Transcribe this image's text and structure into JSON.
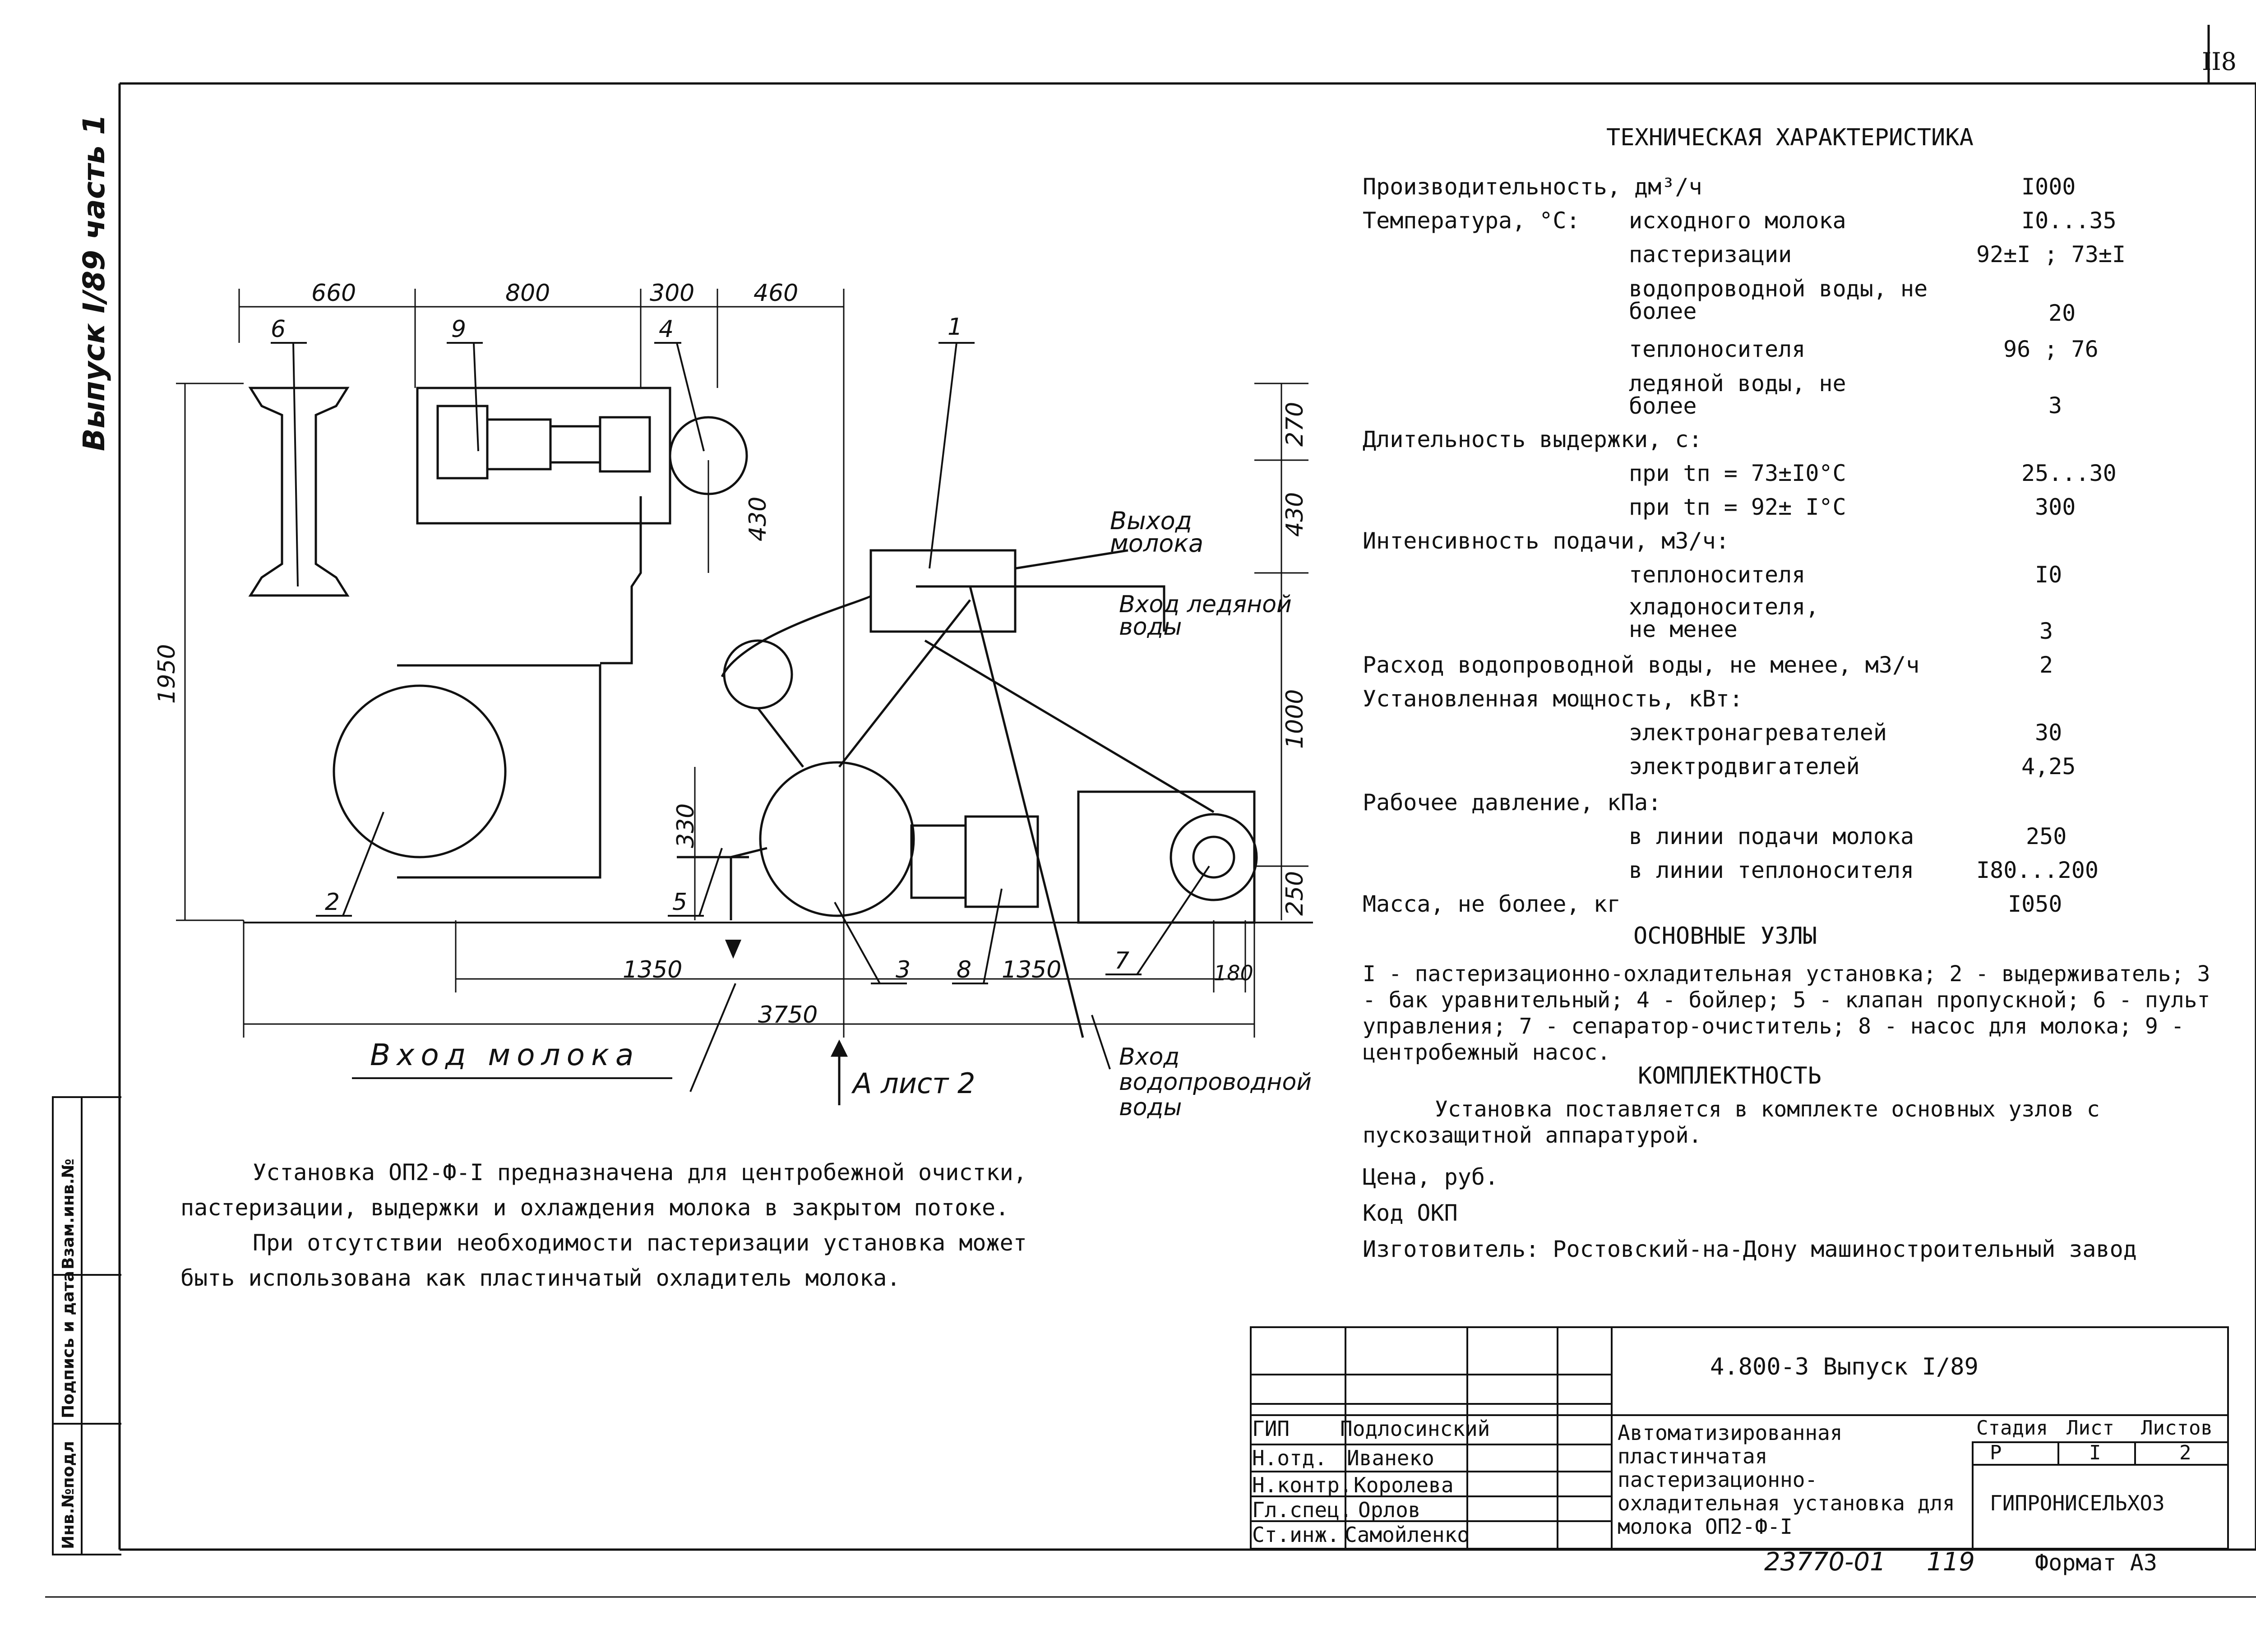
{
  "page_number": "II8",
  "side_title": "Выпуск I/89 часть 1",
  "side_stamp": [
    "Инв.№подл",
    "Подпись и дата",
    "Взам.инв.№"
  ],
  "drawing": {
    "dimensions": {
      "top": [
        "660",
        "800",
        "300",
        "460"
      ],
      "left_vertical": "1950",
      "right_vertical": [
        "270",
        "430",
        "1000",
        "250"
      ],
      "inner": [
        "430",
        "330"
      ],
      "bottom": [
        "1350",
        "1350",
        "180",
        "3750"
      ]
    },
    "callouts": [
      "1",
      "2",
      "3",
      "4",
      "5",
      "6",
      "7",
      "8",
      "9"
    ],
    "labels": {
      "milk_out": "Выход молока",
      "ice_water_in": "Вход ледяной воды",
      "milk_in": "Вход молока",
      "tap_water_in": "Вход водопроводной воды",
      "view_a": "А лист 2"
    }
  },
  "tech": {
    "title": "ТЕХНИЧЕСКАЯ ХАРАКТЕРИСТИКА",
    "rows": [
      {
        "label": "Производительность, дм³/ч",
        "sub": "",
        "value": "I000"
      },
      {
        "label": "Температура, °C:",
        "sub": "исходного молока",
        "value": "I0...35"
      },
      {
        "label": "",
        "sub": "пастеризации",
        "value": "92±I ; 73±I"
      },
      {
        "label": "",
        "sub": "водопроводной воды, не более",
        "value": "20"
      },
      {
        "label": "",
        "sub": "теплоносителя",
        "value": "96 ; 76"
      },
      {
        "label": "",
        "sub": "ледяной воды, не более",
        "value": "3"
      },
      {
        "label": "Длительность выдержки, с:",
        "sub": "",
        "value": ""
      },
      {
        "label": "",
        "sub": "при  tп = 73±I0°C",
        "value": "25...30"
      },
      {
        "label": "",
        "sub": "при  tп = 92± I°C",
        "value": "300"
      },
      {
        "label": "Интенсивность подачи, м3/ч:",
        "sub": "",
        "value": ""
      },
      {
        "label": "",
        "sub": "теплоносителя",
        "value": "I0"
      },
      {
        "label": "",
        "sub": "хладоносителя, не менее",
        "value": "3"
      },
      {
        "label": "Расход водопроводной воды, не менее, м3/ч",
        "sub": "",
        "value": "2"
      },
      {
        "label": "Установленная мощность, кВт:",
        "sub": "",
        "value": ""
      },
      {
        "label": "",
        "sub": "электронагревателей",
        "value": "30"
      },
      {
        "label": "",
        "sub": "электродвигателей",
        "value": "4,25"
      },
      {
        "label": "Рабочее давление, кПа:",
        "sub": "",
        "value": ""
      },
      {
        "label": "",
        "sub": "в линии подачи молока",
        "value": "250"
      },
      {
        "label": "",
        "sub": "в линии теплоносителя",
        "value": "I80...200"
      },
      {
        "label": "Масса, не более, кг",
        "sub": "",
        "value": "I050"
      }
    ],
    "nodes_title": "ОСНОВНЫЕ УЗЛЫ",
    "nodes_text": "I - пастеризационно-охладительная установка; 2 - выдерживатель; 3 - бак уравнительный; 4 - бойлер; 5 - клапан пропускной; 6 - пульт управления; 7 - сепаратор-очиститель; 8 - насос для молока; 9 - центробежный насос.",
    "kompl_title": "КОМПЛЕКТНОСТЬ",
    "kompl_text": "Установка поставляется в комплекте основных узлов с пускозащитной аппаратурой.",
    "price": "Цена, руб.",
    "okp": "Код ОКП",
    "maker": "Изготовитель: Ростовский-на-Дону машиностроительный завод"
  },
  "description": [
    "Установка ОП2-Ф-I предназначена для центробежной очистки, пастеризации, выдержки и охлаждения молока в закрытом потоке.",
    "При отсутствии необходимости пастеризации установка может быть использована как пластинчатый охладитель молока."
  ],
  "title_block": {
    "doc_code": "4.800-3  Выпуск I/89",
    "name": "Автоматизированная пластинчатая пастеризационно-охладительная установка для молока  ОП2-Ф-I",
    "roles": [
      {
        "role": "ГИП",
        "person": "Подлосинский"
      },
      {
        "role": "Н.отд.",
        "person": "Иванеко"
      },
      {
        "role": "Н.контр.",
        "person": "Королева"
      },
      {
        "role": "Гл.спец.",
        "person": "Орлов"
      },
      {
        "role": "Ст.инж.",
        "person": "Самойленко"
      }
    ],
    "stage_header": "Стадия",
    "sheet_header": "Лист",
    "sheets_header": "Листов",
    "stage": "Р",
    "sheet": "I",
    "sheets": "2",
    "org": "ГИПРОНИСЕЛЬХОЗ",
    "archive": "23770-01",
    "archive_sheet": "119",
    "format": "Формат А3"
  }
}
